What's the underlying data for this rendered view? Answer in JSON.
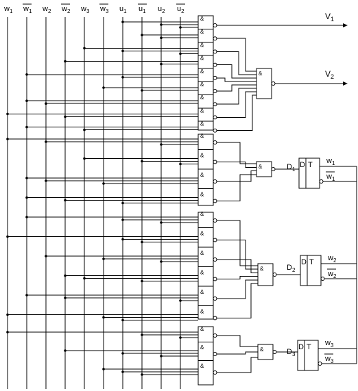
{
  "inputs": [
    {
      "base": "w",
      "sub": "1",
      "bar": false
    },
    {
      "base": "w",
      "sub": "1",
      "bar": true
    },
    {
      "base": "w",
      "sub": "2",
      "bar": false
    },
    {
      "base": "w",
      "sub": "2",
      "bar": true
    },
    {
      "base": "w",
      "sub": "3",
      "bar": false
    },
    {
      "base": "w",
      "sub": "3",
      "bar": true
    },
    {
      "base": "u",
      "sub": "1",
      "bar": false
    },
    {
      "base": "u",
      "sub": "1",
      "bar": true
    },
    {
      "base": "u",
      "sub": "2",
      "bar": false
    },
    {
      "base": "u",
      "sub": "2",
      "bar": true
    }
  ],
  "gate_symbol": "&",
  "outputs": [
    {
      "base": "V",
      "sub": "1"
    },
    {
      "base": "V",
      "sub": "2"
    }
  ],
  "flipflops": [
    {
      "d_label": "D",
      "d_sub": "1",
      "d_pin": "D",
      "t_pin": "T",
      "q": "w",
      "q_sub": "1",
      "qn": "w",
      "qn_sub": "1"
    },
    {
      "d_label": "D",
      "d_sub": "2",
      "d_pin": "D",
      "t_pin": "T",
      "q": "w",
      "q_sub": "2",
      "qn": "w",
      "qn_sub": "2"
    },
    {
      "d_label": "D",
      "d_sub": "3",
      "d_pin": "D",
      "t_pin": "T",
      "q": "w",
      "q_sub": "3",
      "qn": "w",
      "qn_sub": "3"
    }
  ]
}
